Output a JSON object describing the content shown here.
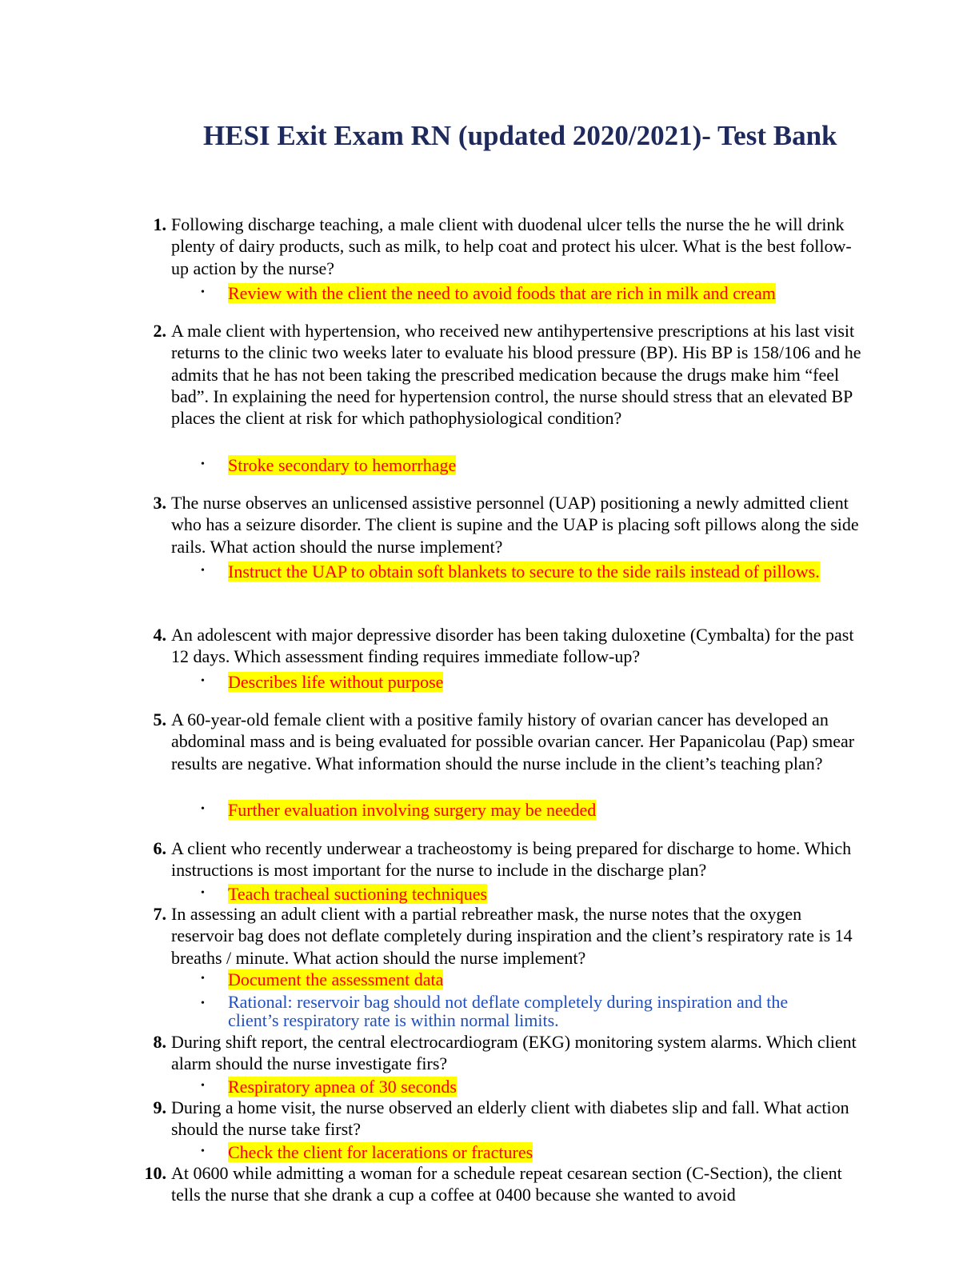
{
  "document": {
    "title": "HESI Exit Exam RN  (updated 2020/2021)- Test Bank"
  },
  "questions": [
    {
      "number": "1.",
      "text": "Following discharge teaching, a male client with duodenal ulcer tells the nurse the he will drink plenty of dairy products, such as milk, to help coat and protect his ulcer. What is the best follow-up action by the nurse?",
      "answers": [
        {
          "text": "Review with the client the need to avoid foods that are rich in milk and cream"
        }
      ]
    },
    {
      "number": "2.",
      "text": "A male client with hypertension, who received new antihypertensive prescriptions at his last visit returns to the clinic two weeks later to evaluate his blood pressure (BP). His BP is 158/106 and he admits that he has not been taking the prescribed medication because the drugs make him “feel bad”. In explaining the need for hypertension control, the nurse should stress that an elevated BP places the client at risk for which pathophysiological condition?",
      "answers": [
        {
          "text": "Stroke secondary to hemorrhage"
        }
      ]
    },
    {
      "number": "3.",
      "text": "The nurse observes an unlicensed assistive personnel (UAP) positioning a newly admitted client who has a seizure disorder. The client is supine and the UAP is placing soft pillows along the side rails. What action should the nurse implement?",
      "answers": [
        {
          "text": "Instruct the UAP to obtain soft blankets to secure to the side rails instead of pillows."
        }
      ]
    },
    {
      "number": "4.",
      "text": "An adolescent with major depressive disorder has been taking duloxetine (Cymbalta) for the past 12 days. Which assessment finding requires immediate follow-up?",
      "answers": [
        {
          "text": "Describes life without purpose"
        }
      ]
    },
    {
      "number": "5.",
      "text": "A 60-year-old female client with a positive family history of ovarian cancer has developed an abdominal mass and is being evaluated for possible ovarian cancer. Her Papanicolau (Pap) smear results are negative. What information should the nurse include in the client’s teaching plan?",
      "answers": [
        {
          "text": "Further evaluation involving surgery may be needed"
        }
      ]
    },
    {
      "number": "6.",
      "text": "A client who recently underwear a tracheostomy is being prepared for discharge to home. Which instructions is most important for the nurse to include in the discharge plan?",
      "answers": [
        {
          "text": "Teach tracheal suctioning techniques"
        }
      ]
    },
    {
      "number": "7.",
      "text": "In assessing an adult client with a partial rebreather mask, the nurse notes that the oxygen reservoir bag does not deflate completely during inspiration and the client’s respiratory rate is 14 breaths / minute. What action should the nurse implement?",
      "answers": [
        {
          "text": "Document the assessment data"
        },
        {
          "text": "Rational: reservoir bag should not deflate completely during inspiration and the client’s respiratory rate is within normal limits."
        }
      ]
    },
    {
      "number": "8.",
      "text": "During shift report, the central electrocardiogram (EKG) monitoring system alarms. Which client alarm should the nurse investigate firs?",
      "answers": [
        {
          "text": "Respiratory apnea of 30 seconds"
        }
      ]
    },
    {
      "number": "9.",
      "text": "During a home visit, the nurse observed an elderly client with diabetes slip and fall. What action should the nurse take first?",
      "answers": [
        {
          "text": "Check the client for lacerations or fractures"
        }
      ]
    },
    {
      "number": "10.",
      "text": "At 0600 while admitting a woman for a schedule repeat cesarean section (C-Section), the client tells the nurse that she drank a cup a coffee at 0400 because she wanted to avoid",
      "answers": []
    }
  ],
  "colors": {
    "title": "#1f2a5c",
    "answer_text": "#ff0000",
    "answer_highlight": "#ffff00",
    "rational_text": "#1f4fbf"
  }
}
